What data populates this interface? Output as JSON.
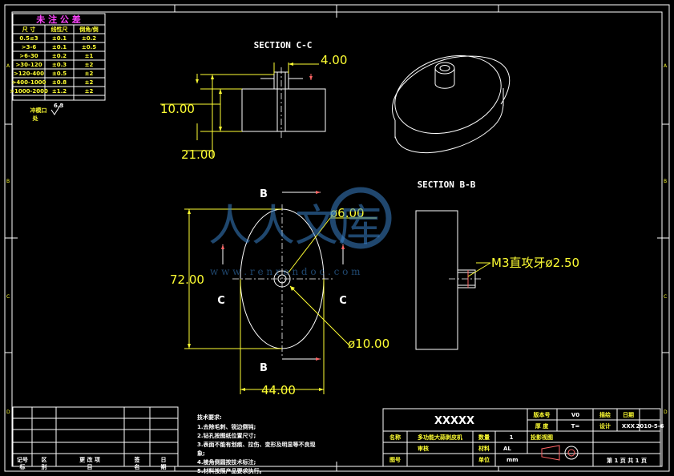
{
  "tolerance_table": {
    "title": "未 注 公 差",
    "headers": [
      "尺 寸",
      "线性尺",
      "倒角/倒"
    ],
    "rows": [
      [
        "0.5≤3",
        "±0.1",
        "±0.2"
      ],
      [
        ">3-6",
        "±0.1",
        "±0.5"
      ],
      [
        ">6-30",
        "±0.2",
        "±1"
      ],
      [
        ">30-120",
        "±0.3",
        "±2"
      ],
      [
        ">120-400",
        "±0.5",
        "±2"
      ],
      [
        ">400-1000",
        "±0.8",
        "±2"
      ],
      [
        ">1000-2000",
        "±1.2",
        "±2"
      ]
    ],
    "note_label": "冲模口",
    "note_label2": "处",
    "roughness": "6.3"
  },
  "sections": {
    "cc_title": "SECTION C-C",
    "bb_title": "SECTION B-B"
  },
  "dimensions": {
    "d400": "4.00",
    "d1000": "10.00",
    "d2100": "21.00",
    "d600": "ø6.00",
    "d7200": "72.00",
    "d1000b": "ø10.00",
    "d4400": "44.00",
    "thread": "M3直攻牙ø2.50"
  },
  "section_markers": {
    "b_top": "B",
    "b_bottom": "B",
    "c_left": "C",
    "c_right": "C"
  },
  "watermark": {
    "text": "人人文库",
    "url": "w w w . r e n r e n d o c . c o m"
  },
  "revision_block": {
    "col1": "记号",
    "col1b": "标",
    "col2": "区",
    "col2b": "别",
    "col3": "更 改 项",
    "col3b": "目",
    "col4": "签",
    "col4b": "名",
    "col5": "日",
    "col5b": "期"
  },
  "tech_notes": {
    "title": "技术要求:",
    "lines": [
      "1.去除毛刺、锐边倒钝;",
      "2.钻孔按图纸位置尺寸;",
      "3.表面不能有划痕、拉伤、变形及明显等不良现",
      "象;",
      "4.棱角倒圆按技术标注;",
      "5.材料按照产品要求执行。"
    ]
  },
  "title_block": {
    "company": "XXXXX",
    "version_label": "版本号",
    "version": "V0",
    "thickness_label": "厚 度",
    "thickness": "T=",
    "draw_label": "描绘",
    "draw_value": "XXX",
    "design_label": "设计",
    "date_label": "日期",
    "date_value": "2010-5-6",
    "name_label": "名称",
    "part_name": "多功能大蒜剥皮机",
    "qty_label": "数量",
    "qty": "1",
    "proj_label": "投影视图",
    "review_label": "审核",
    "drawing_no_label": "图号",
    "material_label": "材料",
    "material": "AL",
    "unit_label": "单位",
    "unit": "mm",
    "sheet": "第 1 页  共 1 页"
  }
}
